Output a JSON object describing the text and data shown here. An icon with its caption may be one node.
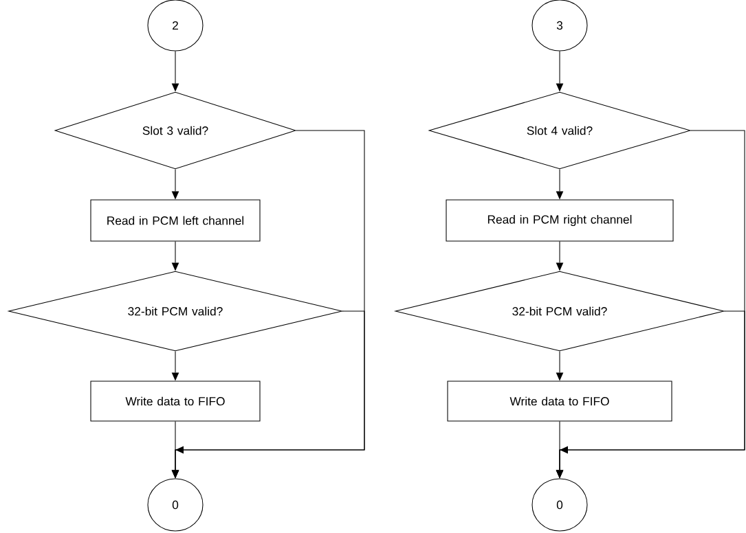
{
  "diagram": {
    "nodes": [
      {
        "text": [
          "2"
        ]
      },
      {
        "text": [
          "Slot 3 valid?"
        ]
      },
      {
        "text": [
          "Read in PCM left channel"
        ]
      },
      {
        "text": [
          "32-bit PCM valid?"
        ]
      },
      {
        "text": [
          "Write data to FIFO"
        ]
      },
      {
        "text": [
          "0"
        ]
      },
      {
        "text": [
          "3"
        ]
      },
      {
        "text": [
          "Slot 4 valid?"
        ]
      },
      {
        "text": [
          "Read in PCM right channel"
        ]
      },
      {
        "text": [
          "32-bit PCM valid?"
        ]
      },
      {
        "text": [
          "Write data to FIFO"
        ]
      },
      {
        "text": [
          "0"
        ]
      }
    ],
    "edges": [
      {
        "from": 0,
        "to": 1,
        "arrow": "to"
      },
      {
        "from": 1,
        "to": 2,
        "arrow": "to"
      },
      {
        "from": 2,
        "to": 3,
        "arrow": "to"
      },
      {
        "from": 3,
        "to": 4,
        "arrow": "to"
      },
      {
        "from": 4,
        "to": 5,
        "arrow": "to"
      },
      {
        "from": 1,
        "to": 5,
        "arrow": "to"
      },
      {
        "from": 3,
        "to": 5,
        "arrow": "to"
      },
      {
        "from": 6,
        "to": 7,
        "arrow": "to"
      },
      {
        "from": 7,
        "to": 8,
        "arrow": "to"
      },
      {
        "from": 8,
        "to": 9,
        "arrow": "to"
      },
      {
        "from": 9,
        "to": 10,
        "arrow": "to"
      },
      {
        "from": 10,
        "to": 11,
        "arrow": "to"
      },
      {
        "from": 7,
        "to": 11,
        "arrow": "to"
      },
      {
        "from": 9,
        "to": 11,
        "arrow": "to"
      }
    ]
  }
}
